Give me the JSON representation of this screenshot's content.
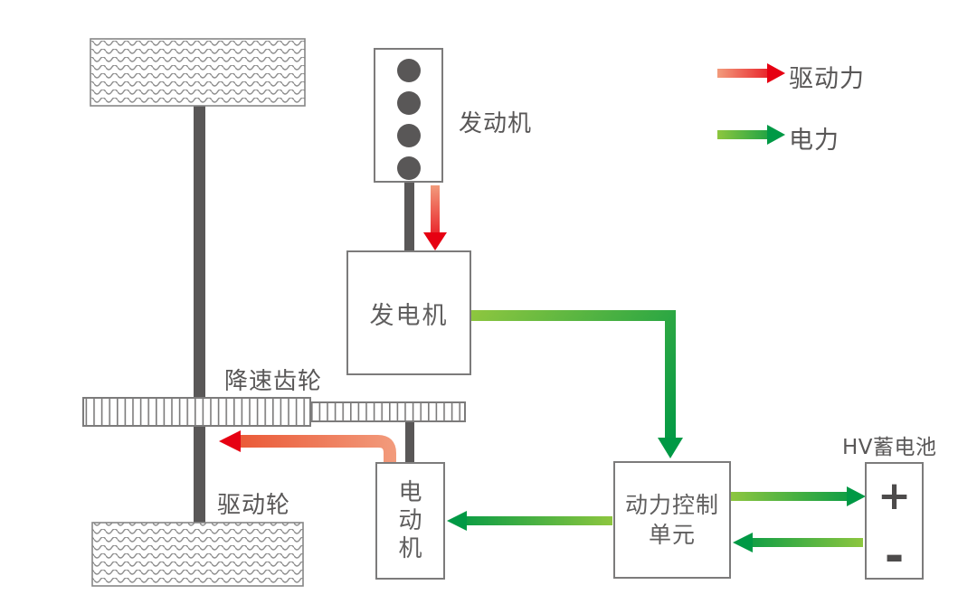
{
  "diagram": {
    "title_context": "series-hybrid powertrain flow diagram",
    "legend": {
      "drive_force_label": "驱动力",
      "electric_power_label": "电力"
    },
    "nodes": {
      "engine": {
        "label": "发动机"
      },
      "generator": {
        "label": "发电机"
      },
      "motor": {
        "label": "电动机"
      },
      "power_control_unit": {
        "label_line1": "动力控制",
        "label_line2": "单元"
      },
      "battery": {
        "label": "HV蓄电池",
        "plus": "+",
        "minus": "-"
      },
      "reduction_gear": {
        "label": "降速齿轮"
      },
      "drive_wheel": {
        "label": "驱动轮"
      }
    },
    "connections": [
      {
        "from": "engine",
        "to": "generator",
        "type": "drive_force"
      },
      {
        "from": "motor",
        "to": "reduction_gear",
        "type": "drive_force"
      },
      {
        "from": "generator",
        "to": "power_control_unit",
        "type": "electric_power"
      },
      {
        "from": "power_control_unit",
        "to": "motor",
        "type": "electric_power"
      },
      {
        "from": "power_control_unit",
        "to": "battery",
        "type": "electric_power"
      },
      {
        "from": "battery",
        "to": "power_control_unit",
        "type": "electric_power"
      }
    ],
    "colors": {
      "drive_force_light": "#f29b7c",
      "drive_force_mid": "#ea5532",
      "drive_force_strong": "#e60012",
      "electric_light": "#8dc63f",
      "electric_strong": "#009945",
      "shaft": "#595757",
      "box_border": "#7c7b7b",
      "text": "#595757"
    }
  }
}
